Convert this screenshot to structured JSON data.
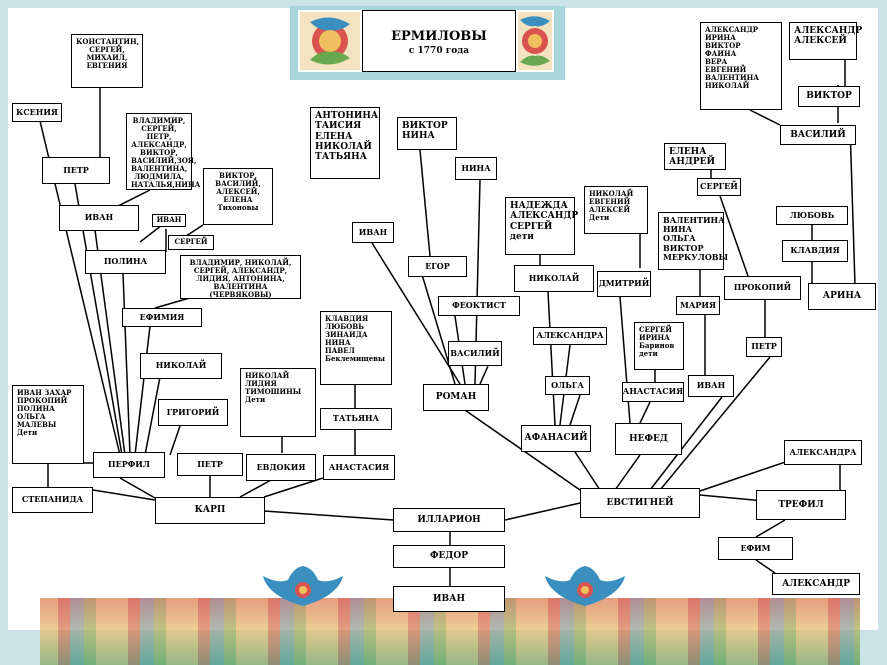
{
  "title": {
    "surname": "ЕРМИЛОВЫ",
    "since": "с 1770 года"
  },
  "trunk": {
    "illarion": "ИЛЛАРИОН",
    "fedor": "ФЕДОР",
    "ivan": "ИВАН"
  },
  "karp_branch": {
    "ksenia": "КСЕНИЯ",
    "petr_top_children": "КОНСТАНТИН,\nСЕРГЕЙ,\nМИХАИЛ,\nЕВГЕНИЯ",
    "petr": "ПЕТР",
    "ivan_children": "ВЛАДИМИР,\nСЕРГЕЙ, ПЕТР,\nАЛЕКСАНДР,\nВИКТОР,\nВАСИЛИЙ,ЗОЯ,\nВАЛЕНТИНА,\nЛЮДМИЛА,\nНАТАЛЬЯ,НИНА",
    "ivan": "ИВАН",
    "small_ivan": "ИВАН",
    "sergey_small": "СЕРГЕЙ",
    "tikhonov_children": "ВИКТОР,\nВАСИЛИЙ,\nАЛЕКСЕЙ,\nЕЛЕНА\nТихоновы",
    "polina": "ПОЛИНА",
    "chervyakov_children": "ВЛАДИМИР, НИКОЛАЙ,\nСЕРГЕЙ, АЛЕКСАНДР,\nЛИДИЯ, АНТОНИНА,\nВАЛЕНТИНА (ЧЕРВЯКОВЫ)",
    "efimia": "ЕФИМИЯ",
    "nikolay": "НИКОЛАЙ",
    "grigoriy": "ГРИГОРИЙ",
    "timoshin_children": "НИКОЛАЙ\nЛИДИЯ\nТИМОШИНЫ\nДети",
    "evdokia": "ЕВДОКИЯ",
    "petr2": "ПЕТР",
    "beklemishev_children": "КЛАВДИЯ\nЛЮБОВЬ\nЗИНАИДА\nНИНА\nПАВЕЛ\nБеклемищевы",
    "tatyana": "ТАТЬЯНА",
    "anastasia": "АНАСТАСИЯ",
    "stepanida_children": "ИВАН ЗАХАР\nПРОКОПИЙ\nПОЛИНА\nОЛЬГА\nМАЛЕВЫ\nДети",
    "perfil": "ПЕРФИЛ",
    "stepanida": "СТЕПАНИДА",
    "karp": "КАРП"
  },
  "center_branch": {
    "ivan_children": "АНТОНИНА\nТАИСИЯ\nЕЛЕНА\nНИКОЛАЙ\nТАТЬЯНА",
    "ivan": "ИВАН",
    "egor_children": "ВИКТОР\nНИНА",
    "egor": "ЕГОР",
    "nina": "НИНА",
    "feoktist": "ФЕОКТИСТ",
    "vasiliy": "ВАСИЛИЙ",
    "roman": "РОМАН"
  },
  "evstigney_branch": {
    "nikolay_children": "НАДЕЖДА\nАЛЕКСАНДР\nСЕРГЕЙ\nдети",
    "nikolay": "НИКОЛАЙ",
    "dmitriy_children": "НИКОЛАЙ\nЕВГЕНИЙ\nАЛЕКСЕЙ\nДети",
    "dmitriy": "ДМИТРИЙ",
    "aleksandra": "АЛЕКСАНДРА",
    "olga": "ОЛЬГА",
    "afanasiy": "АФАНАСИЙ",
    "barinov_children": "СЕРГЕЙ\nИРИНА\nБаринов\nдети",
    "anastasia": "АНАСТАСИЯ",
    "nefed": "НЕФЕД",
    "merkulov_children": "ВАЛЕНТИНА\nНИНА\nОЛЬГА\nВИКТОР\nМЕРКУЛОВЫ",
    "maria": "МАРИЯ",
    "ivan": "ИВАН",
    "sergey_children": "ЕЛЕНА\nАНДРЕЙ",
    "sergey": "СЕРГЕЙ",
    "prokopiy": "ПРОКОПИЙ",
    "petr": "ПЕТР",
    "vasiliy_children": "АЛЕКСАНДР\nИРИНА\nВИКТОР\nФАИНА\nВЕРА\nЕВГЕНИЙ\nВАЛЕНТИНА\nНИКОЛАЙ",
    "viktor_children": "АЛЕКСАНДР\nАЛЕКСЕЙ",
    "viktor": "ВИКТОР",
    "vasiliy": "ВАСИЛИЙ",
    "lyubov": "ЛЮБОВЬ",
    "klavdia": "КЛАВДИЯ",
    "arina": "АРИНА",
    "evstigney": "ЕВСТИГНЕЙ",
    "aleksandra2": "АЛЕКСАНДРА",
    "trefil": "ТРЕФИЛ",
    "efim": "ЕФИМ",
    "aleksandr": "АЛЕКСАНДР"
  }
}
